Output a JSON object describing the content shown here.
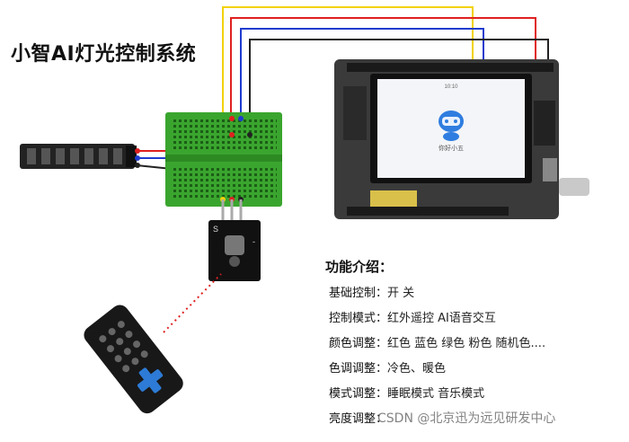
{
  "title": "小智AI灯光控制系统",
  "screen": {
    "caption": "你好小五"
  },
  "features": {
    "heading": "功能介绍：",
    "items": [
      {
        "label": "基础控制：",
        "value": "开 关"
      },
      {
        "label": "控制模式：",
        "value": "红外遥控  AI语音交互"
      },
      {
        "label": "颜色调整：",
        "value": "红色 蓝色 绿色 粉色 随机色...."
      },
      {
        "label": "色调调整：",
        "value": "冷色、暖色"
      },
      {
        "label": "模式调整：",
        "value": "睡眠模式  音乐模式"
      },
      {
        "label": "亮度调整：",
        "value": ""
      }
    ]
  },
  "watermark": "CSDN @北京迅为远见研发中心",
  "colors": {
    "wire_yellow": "#f2d200",
    "wire_red": "#e02020",
    "wire_blue": "#1f3ccf",
    "wire_black": "#222222",
    "breadboard": "#3aa52e",
    "dev_board": "#3a3a3a"
  }
}
